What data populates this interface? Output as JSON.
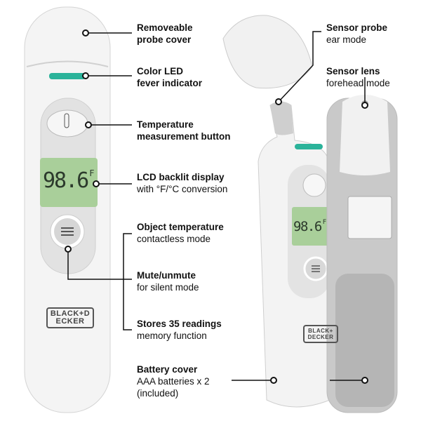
{
  "brand": "BLACK+DECKER",
  "display": {
    "value": "98.6",
    "unit": "F"
  },
  "callouts": {
    "probe_cover": {
      "title": "Removeable",
      "sub": "probe cover"
    },
    "led": {
      "title": "Color LED",
      "sub": "fever indicator"
    },
    "temp_button": {
      "title": "Temperature",
      "sub": "measurement button"
    },
    "lcd": {
      "title": "LCD backlit display",
      "sub": "with °F/°C conversion"
    },
    "object_temp": {
      "title": "Object temperature",
      "sub": "contactless mode"
    },
    "mute": {
      "title": "Mute/unmute",
      "sub": "for silent mode"
    },
    "memory": {
      "title": "Stores 35 readings",
      "sub": "memory function"
    },
    "battery": {
      "title": "Battery cover",
      "sub": "AAA batteries x 2",
      "sub2": "(included)"
    },
    "sensor_probe": {
      "title": "Sensor probe",
      "sub": "ear mode"
    },
    "sensor_lens": {
      "title": "Sensor lens",
      "sub": "forehead mode"
    }
  },
  "colors": {
    "led": "#2bb39a",
    "lcd": "#a9cf9a",
    "body": "#f2f2f2"
  }
}
